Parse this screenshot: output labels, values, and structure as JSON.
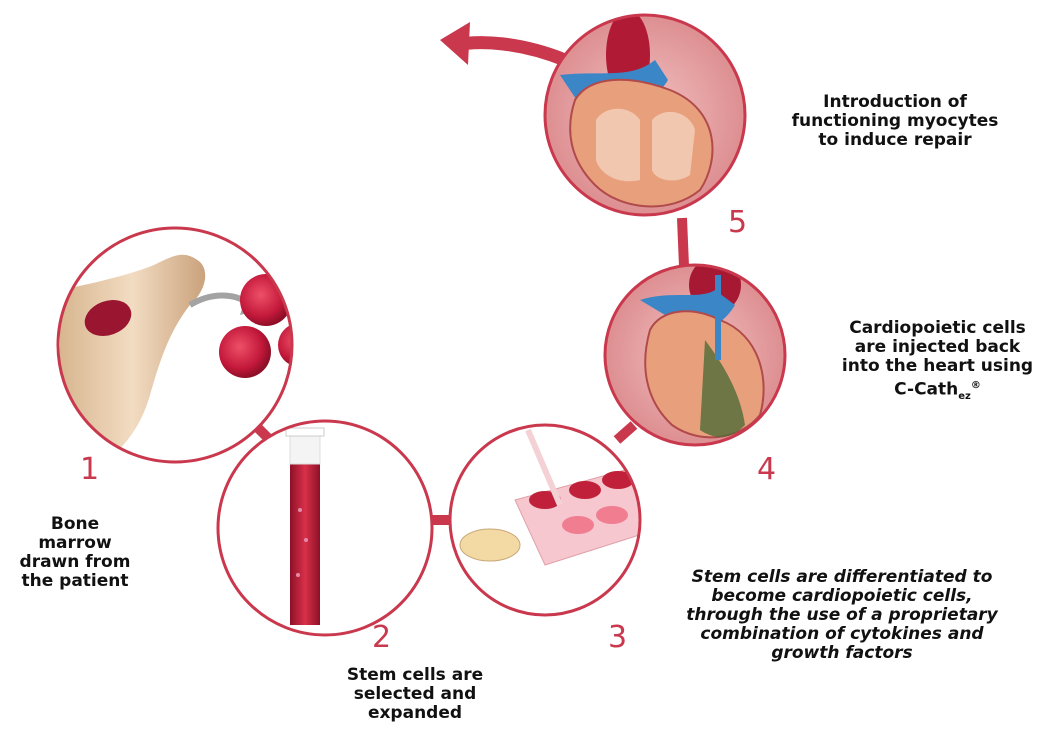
{
  "steps": [
    {
      "number": "1",
      "lines": [
        "Bone",
        "marrow",
        "drawn from",
        "the patient"
      ]
    },
    {
      "number": "2",
      "lines": [
        "Stem cells are",
        "selected and",
        "expanded"
      ]
    },
    {
      "number": "3",
      "lines": [
        "Stem cells are differentiated to",
        "become cardiopoietic cells,",
        "through the use of a proprietary",
        "combination of cytokines and",
        "growth factors"
      ]
    },
    {
      "number": "4",
      "lines": [
        "Cardiopoietic cells",
        "are injected back",
        "into the heart using"
      ],
      "device": {
        "base": "C-Cath",
        "sub": "ez",
        "sup": "®"
      }
    },
    {
      "number": "5",
      "lines": [
        "Introduction of",
        "functioning myocytes",
        "to induce repair"
      ]
    }
  ],
  "colors": {
    "accent": "#c9384d",
    "blood": "#c0203a",
    "vein": "#3b86c7",
    "skin": "#e8c9a8",
    "pink": "#e7a3a8"
  }
}
